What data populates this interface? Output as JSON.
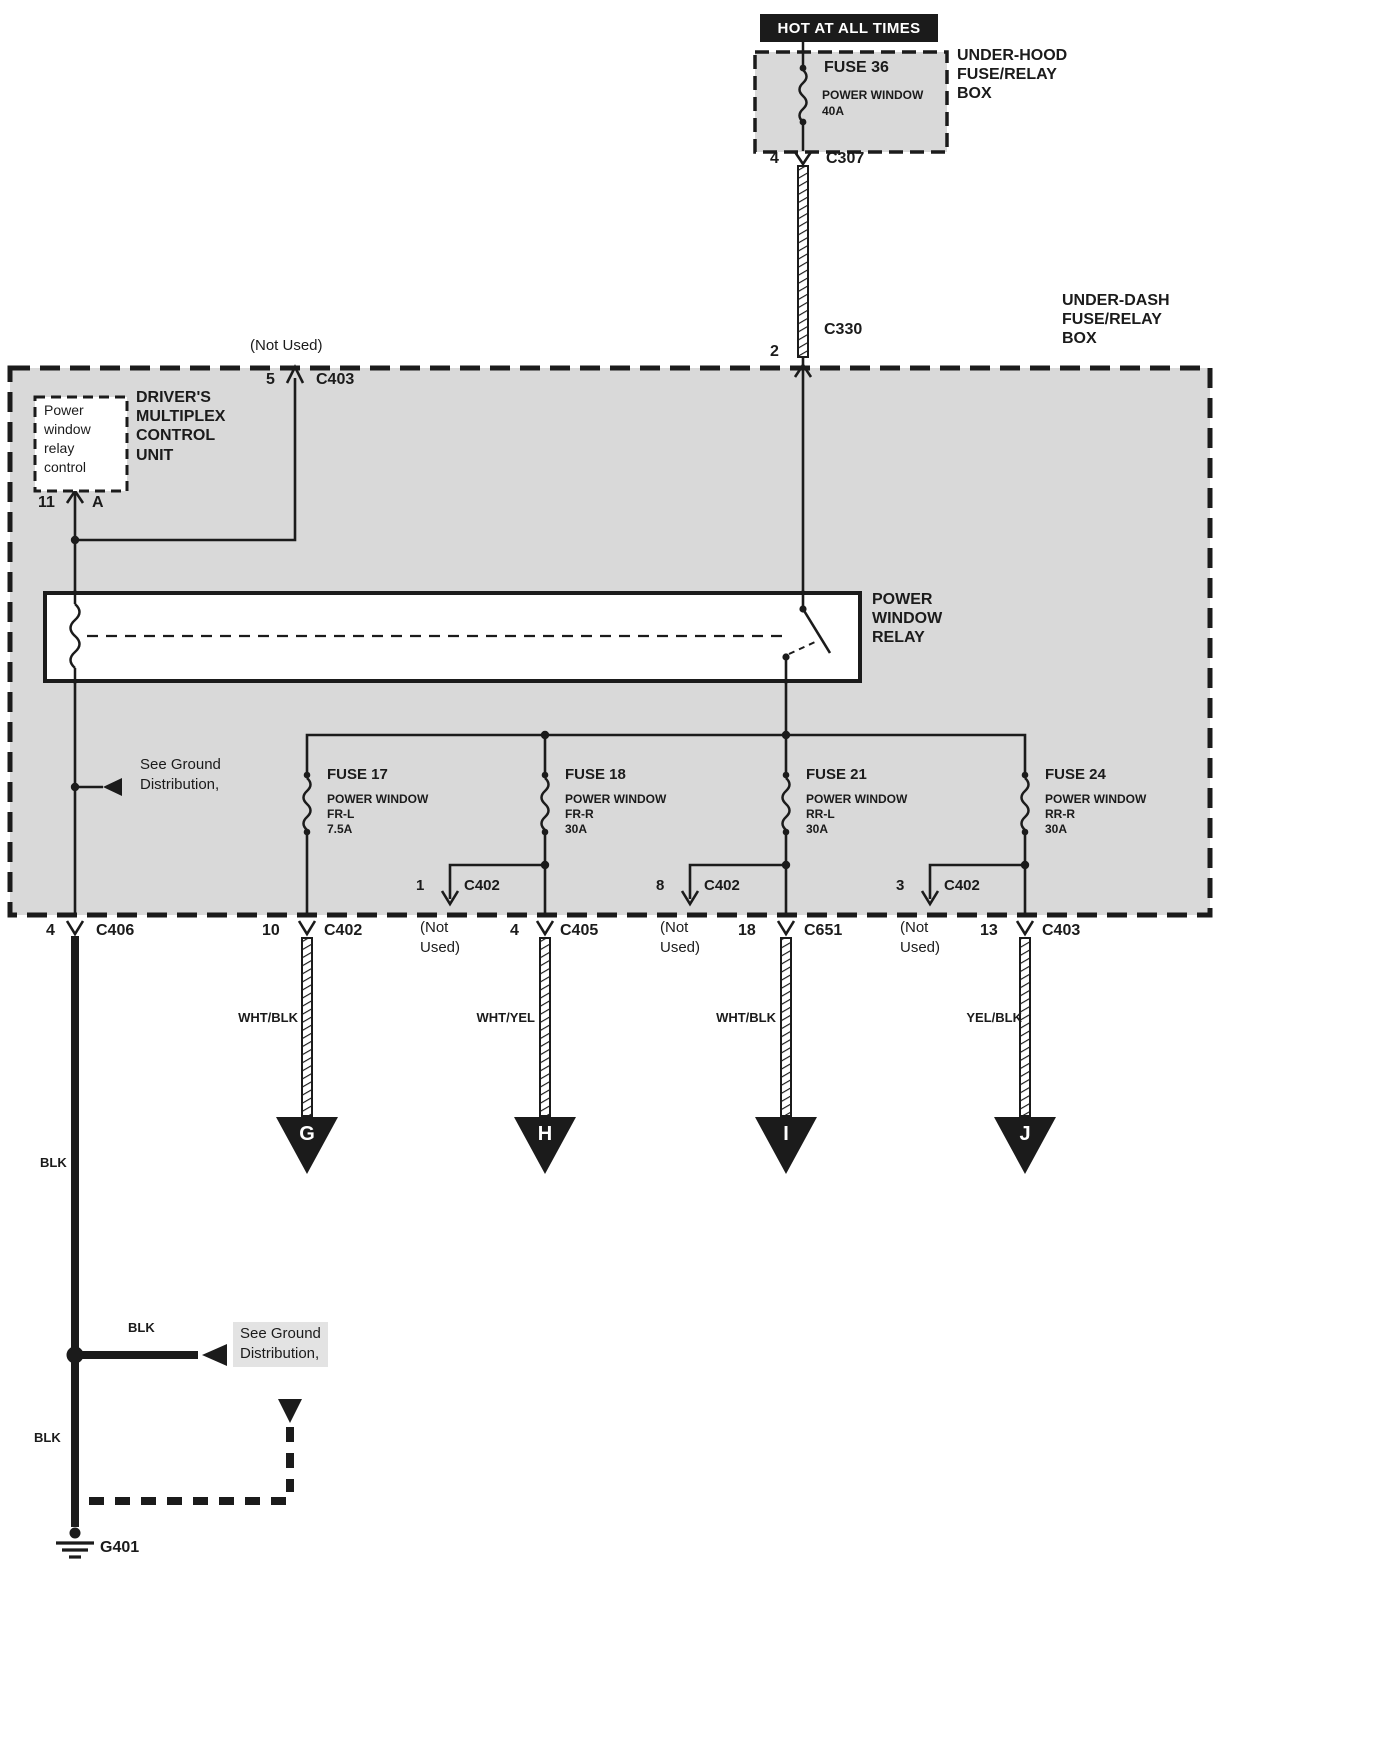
{
  "colors": {
    "ink": "#1b1b1b",
    "box_fill": "#d9d9d9",
    "note_highlight": "#e3e3e3",
    "connector_triangle": "#1b1b1b"
  },
  "top": {
    "hot_at_all_times": "HOT AT ALL TIMES",
    "underhood_box_label": "UNDER-HOOD\nFUSE/RELAY\nBOX",
    "fuse36": {
      "name": "FUSE 36",
      "desc": "POWER WINDOW",
      "rating": "40A"
    },
    "c307": {
      "pin": "4",
      "name": "C307"
    },
    "c330": {
      "name": "C330",
      "pin": "2"
    },
    "underdash_box_label": "UNDER-DASH\nFUSE/RELAY\nBOX"
  },
  "control_unit": {
    "not_used": "(Not Used)",
    "c403": {
      "pin": "5",
      "name": "C403"
    },
    "box_text": "Power\nwindow\nrelay\ncontrol",
    "label": "DRIVER'S\nMULTIPLEX\nCONTROL\nUNIT",
    "pin_left": "11",
    "pin_right": "A"
  },
  "relay": {
    "label": "POWER\nWINDOW\nRELAY"
  },
  "notes": {
    "ground_upper": "See Ground\nDistribution,",
    "ground_lower": "See Ground\nDistribution,"
  },
  "fuses": [
    {
      "name": "FUSE 17",
      "desc": "POWER WINDOW",
      "circuit": "FR-L",
      "rating": "7.5A"
    },
    {
      "name": "FUSE 18",
      "desc": "POWER WINDOW",
      "circuit": "FR-R",
      "rating": "30A"
    },
    {
      "name": "FUSE 21",
      "desc": "POWER WINDOW",
      "circuit": "RR-L",
      "rating": "30A"
    },
    {
      "name": "FUSE 24",
      "desc": "POWER WINDOW",
      "circuit": "RR-R",
      "rating": "30A"
    }
  ],
  "stubs": [
    {
      "pin": "1",
      "name": "C402",
      "note": "(Not\nUsed)"
    },
    {
      "pin": "8",
      "name": "C402",
      "note": "(Not\nUsed)"
    },
    {
      "pin": "3",
      "name": "C402",
      "note": "(Not\nUsed)"
    }
  ],
  "exits": [
    {
      "pin": "4",
      "name": "C406"
    },
    {
      "pin": "10",
      "name": "C402",
      "wire_color": "WHT/BLK",
      "dest": "G"
    },
    {
      "pin": "4",
      "name": "C405",
      "wire_color": "WHT/YEL",
      "dest": "H"
    },
    {
      "pin": "18",
      "name": "C651",
      "wire_color": "WHT/BLK",
      "dest": "I"
    },
    {
      "pin": "13",
      "name": "C403",
      "wire_color": "YEL/BLK",
      "dest": "J"
    }
  ],
  "ground_path": {
    "blk_upper": "BLK",
    "blk_mid": "BLK",
    "blk_lower": "BLK",
    "ground_id": "G401"
  }
}
